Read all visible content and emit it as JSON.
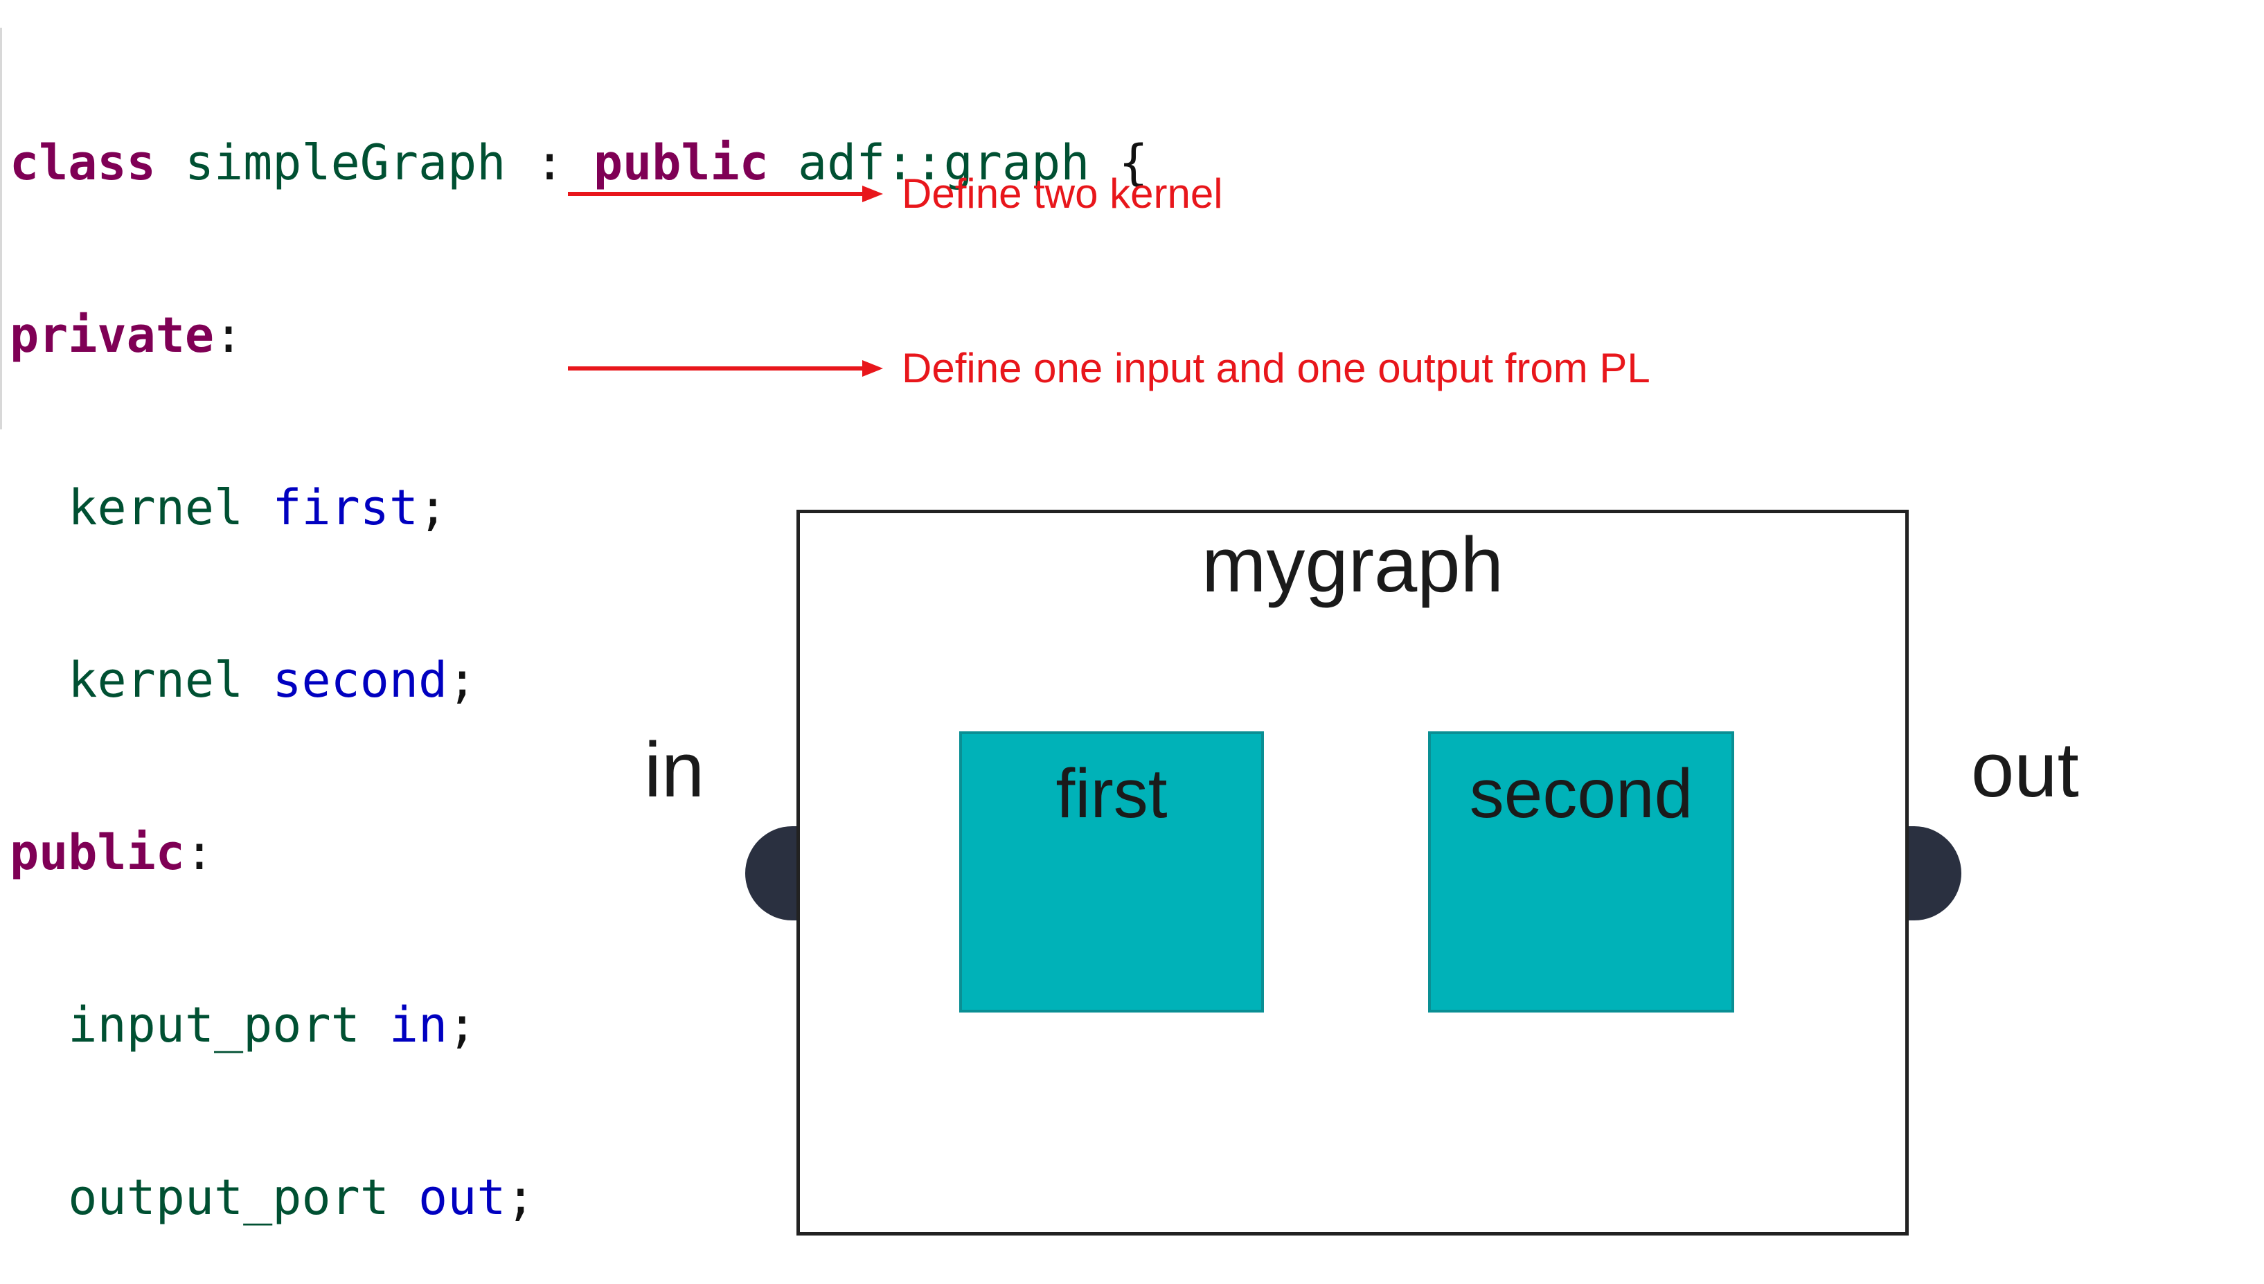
{
  "code": {
    "line1": {
      "kw1": "class",
      "name": "simpleGraph",
      "sep": " : ",
      "kw2": "public",
      "base": "adf::graph",
      "brace": " {"
    },
    "line2": {
      "kw": "private",
      "colon": ":"
    },
    "line3": {
      "type": "kernel",
      "ident": "first",
      "semi": ";"
    },
    "line4": {
      "type": "kernel",
      "ident": "second",
      "semi": ";"
    },
    "line5": {
      "kw": "public",
      "colon": ":"
    },
    "line6": {
      "type": "input_port",
      "ident": "in",
      "semi": ";"
    },
    "line7": {
      "type": "output_port",
      "ident": "out",
      "semi": ";"
    }
  },
  "annotations": {
    "kernels": "Define two kernel",
    "ports": "Define one input and one output from PL"
  },
  "diagram": {
    "graph_title": "mygraph",
    "kernel_first": "first",
    "kernel_second": "second",
    "port_in": "in",
    "port_out": "out"
  },
  "colors": {
    "annotation": "#e8161b",
    "kernel_fill": "#00b2b8",
    "port_fill": "#2a3040",
    "keyword": "#7f0055",
    "type": "#005032",
    "identifier": "#0000c0"
  }
}
